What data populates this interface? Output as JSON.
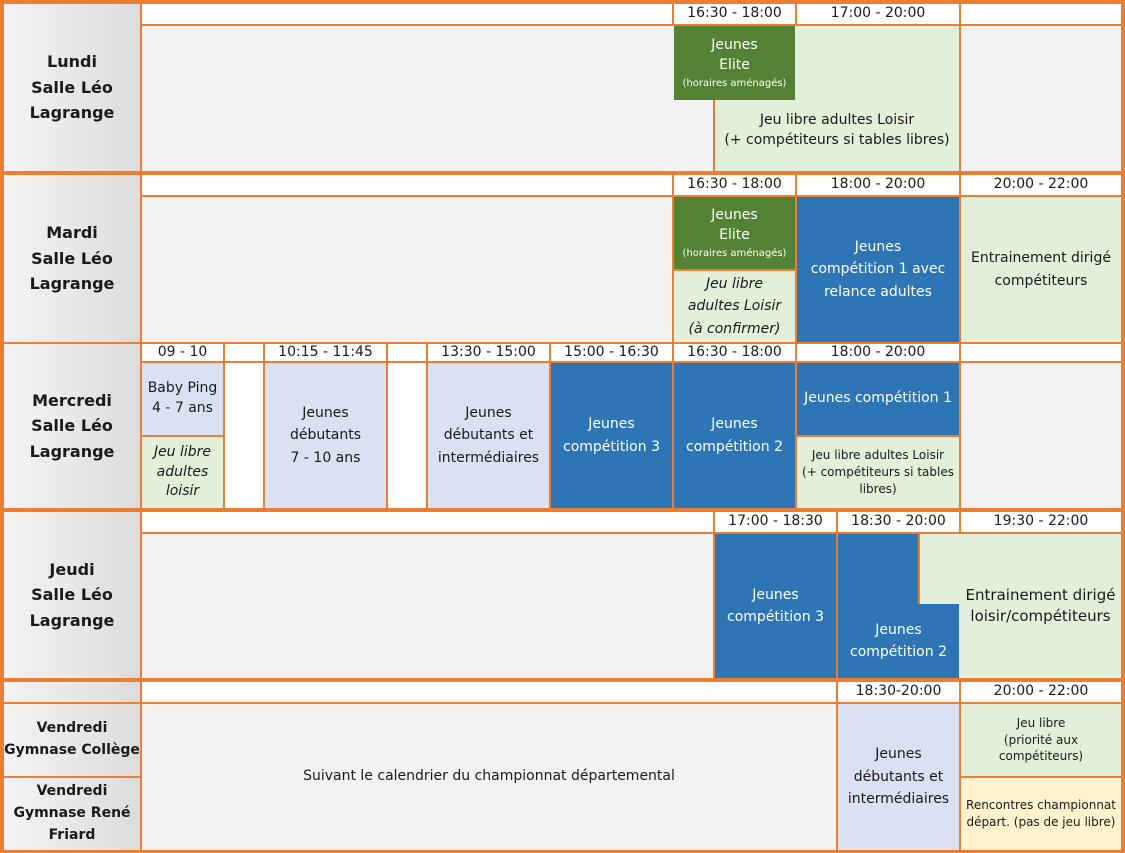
{
  "days": {
    "lundi": "Lundi\nSalle Léo\nLagrange",
    "mardi": "Mardi\nSalle Léo\nLagrange",
    "mercredi": "Mercredi\nSalle Léo\nLagrange",
    "jeudi": "Jeudi\nSalle Léo\nLagrange",
    "vendredi_college": "Vendredi\nGymnase Collège",
    "vendredi_friard": "Vendredi\nGymnase René\nFriard"
  },
  "lundi": {
    "h1": "16:30 - 18:00",
    "h2": "17:00 - 20:00",
    "elite": "Jeunes\nElite",
    "elite_note": "(horaires aménagés)",
    "loisir": "Jeu libre adultes Loisir\n(+ compétiteurs si tables libres)"
  },
  "mardi": {
    "h1": "16:30 - 18:00",
    "h2": "18:00 - 20:00",
    "h3": "20:00 - 22:00",
    "elite": "Jeunes\nElite",
    "elite_note": "(horaires aménagés)",
    "loisir": "Jeu libre\nadultes Loisir\n(à confirmer)",
    "comp": "Jeunes\ncompétition 1 avec\nrelance adultes",
    "entr": "Entrainement dirigé\ncompétiteurs"
  },
  "mercredi": {
    "h1": "09 - 10",
    "h2": "10:15 - 11:45",
    "h3": "13:30 - 15:00",
    "h4": "15:00 - 16:30",
    "h5": "16:30 - 18:00",
    "h6": "18:00 - 20:00",
    "baby": "Baby Ping\n4 - 7 ans",
    "loisir": "Jeu libre\nadultes\nloisir",
    "deb": "Jeunes\ndébutants\n7 - 10 ans",
    "debint": "Jeunes\ndébutants et\nintermédiaires",
    "comp3": "Jeunes\ncompétition 3",
    "comp2": "Jeunes\ncompétition 2",
    "comp1": "Jeunes compétition 1",
    "libre": "Jeu libre adultes Loisir\n(+ compétiteurs si tables\nlibres)"
  },
  "jeudi": {
    "h1": "17:00 - 18:30",
    "h2": "18:30 - 20:00",
    "h3": "19:30 - 22:00",
    "comp3": "Jeunes\ncompétition 3",
    "comp2": "Jeunes\ncompétition 2",
    "entr": "Entrainement dirigé\nloisir/compétiteurs"
  },
  "vendredi": {
    "h1": "18:30-20:00",
    "h2": "20:00 - 22:00",
    "championnat": "Suivant le calendrier du championnat départemental",
    "debint": "Jeunes\ndébutants et\nintermédiaires",
    "libre": "Jeu libre\n(priorité aux compétiteurs)",
    "rencontres": "Rencontres championnat\ndépart. (pas de jeu libre)"
  },
  "colors": {
    "border": "#ed7d31",
    "elite": "#548235",
    "loisir": "#e2efda",
    "competition": "#2e75b6",
    "debutants": "#d9e1f2",
    "rencontres": "#fff2cc"
  }
}
